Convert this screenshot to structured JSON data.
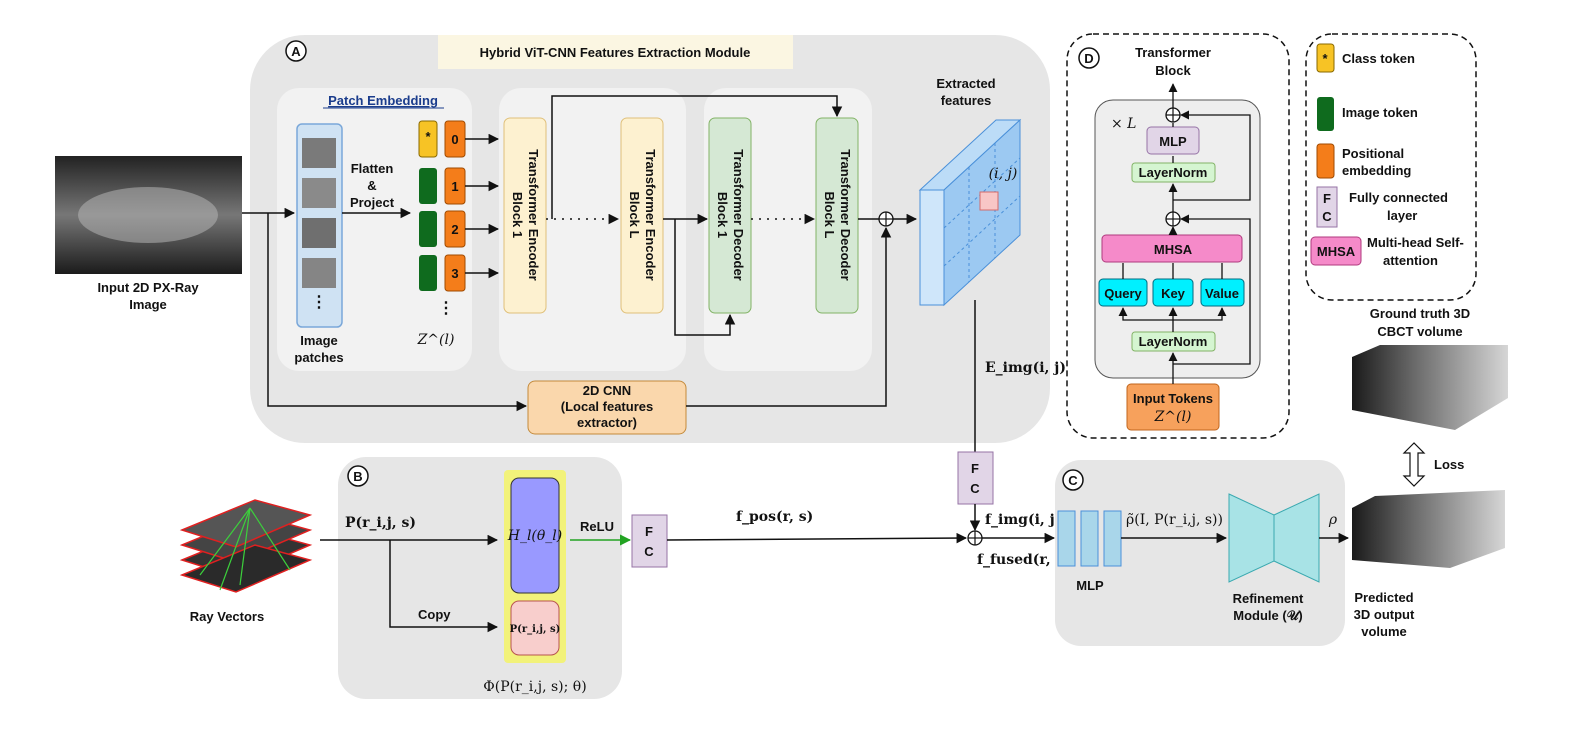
{
  "module_a": {
    "letter": "A",
    "title": "Hybrid ViT-CNN  Features Extraction Module",
    "patch_embedding": "Patch Embedding",
    "flatten": [
      "Flatten",
      "&",
      "Project"
    ],
    "image_patches": [
      "Image",
      "patches"
    ],
    "token_nums": [
      "0",
      "1",
      "2",
      "3"
    ],
    "class_star": "*",
    "z_label": "Z^(l)",
    "enc1": [
      "Transformer Encoder",
      "Block 1"
    ],
    "encL": [
      "Transformer Encoder",
      "Block L"
    ],
    "dec1": [
      "Transformer Decoder",
      "Block 1"
    ],
    "decL": [
      "Transformer Decoder",
      "Block L"
    ],
    "cnn": [
      "2D CNN",
      "(Local features",
      "extractor)"
    ],
    "extracted": [
      "Extracted",
      "features"
    ],
    "ij": "(i, j)",
    "e_img": "E_img(i, j)"
  },
  "input": {
    "label": [
      "Input 2D PX-Ray",
      "Image"
    ]
  },
  "module_b": {
    "letter": "B",
    "p_label": "P(r_i,j, s)",
    "h_label": "H_l(θ_l)",
    "p_inner": "P(r_i,j, s)",
    "relu": "ReLU",
    "copy": "Copy",
    "fc": [
      "F",
      "C"
    ],
    "phi": "Φ(P(r_i,j, s); θ)",
    "ray_vectors": "Ray Vectors",
    "f_pos": "f_pos(r, s)"
  },
  "fusion": {
    "fc": [
      "F",
      "C"
    ],
    "f_img": "f_img(i, j)",
    "f_fused": "f_fused(r, s)"
  },
  "module_c": {
    "letter": "C",
    "mlp": "MLP",
    "rho_tilde": "ρ̃(I, P(r_i,j, s))",
    "refinement": [
      "Refinement",
      "Module (𝒰)"
    ],
    "rho": "ρ",
    "predicted": [
      "Predicted",
      "3D output",
      "volume"
    ],
    "ground_truth": [
      "Ground truth 3D",
      "CBCT volume"
    ],
    "loss": "Loss"
  },
  "module_d": {
    "letter": "D",
    "title": [
      "Transformer",
      "Block"
    ],
    "xl": "× L",
    "mlp": "MLP",
    "layernorm_top": "LayerNorm",
    "mhsa": "MHSA",
    "query": "Query",
    "key": "Key",
    "value": "Value",
    "layernorm_bottom": "LayerNorm",
    "input_tokens": "Input Tokens",
    "input_z": "Z^(l)"
  },
  "legend": {
    "class_token": "Class token",
    "image_token": "Image token",
    "positional": [
      "Positional",
      "embedding"
    ],
    "fc_key": [
      "F",
      "C"
    ],
    "fully_connected": [
      "Fully connected",
      "layer"
    ],
    "mhsa_key": "MHSA",
    "mhsa_desc": [
      "Multi-head Self-",
      "attention"
    ],
    "star": "*"
  },
  "colors": {
    "panel": "#e6e6e6",
    "token_class": "#f7c325",
    "token_image": "#0f6b1e",
    "token_pos": "#f47d1a",
    "encoder": "#fdf1d0",
    "decoder": "#d5e8d4",
    "cnn": "#fad7ac",
    "fc": "#e1d5e7",
    "mhsa": "#f58ac9",
    "qkv": "#00f0ff",
    "layernorm": "#d5f5d1",
    "mlp_blue": "#a9d6ea",
    "refine": "#a8e3e6",
    "input_tokens": "#f7a15c",
    "relu_arrow": "#22a322"
  }
}
